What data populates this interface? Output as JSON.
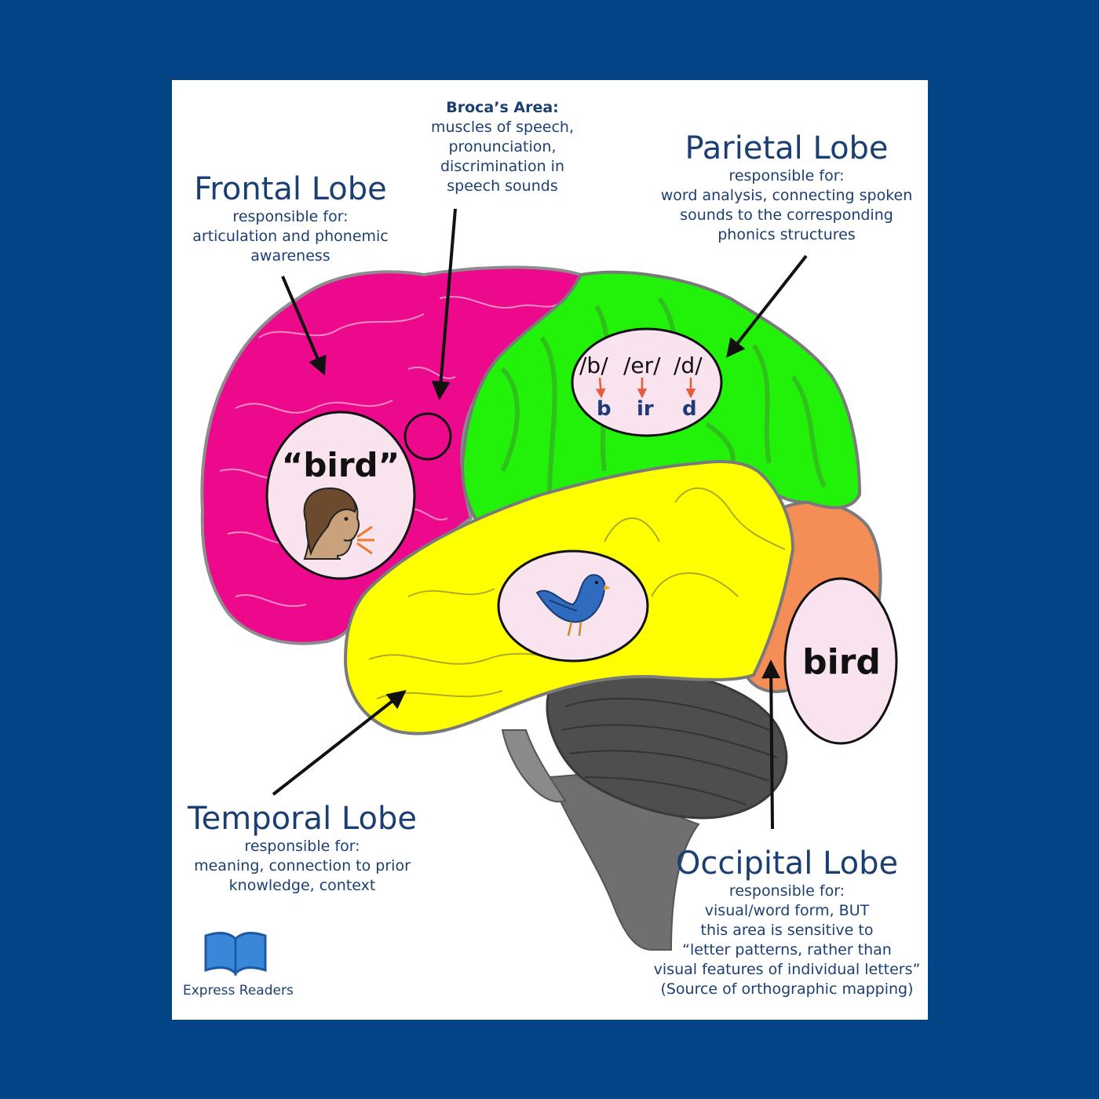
{
  "frontal": {
    "title": "Frontal Lobe",
    "subtitle": "responsible for:",
    "lines": [
      "articulation and phonemic",
      "awareness"
    ],
    "color": "#ec098c"
  },
  "broca": {
    "heading": "Broca’s Area:",
    "lines": [
      "muscles of speech,",
      "pronunciation,",
      "discrimination in",
      "speech sounds"
    ]
  },
  "parietal": {
    "title": "Parietal Lobe",
    "subtitle": "responsible for:",
    "lines": [
      "word analysis, connecting spoken",
      "sounds to the corresponding",
      "phonics structures"
    ],
    "color": "#22f20a"
  },
  "temporal": {
    "title": "Temporal Lobe",
    "subtitle": "responsible for:",
    "lines": [
      "meaning, connection to prior",
      "knowledge, context"
    ],
    "color": "#ffff00"
  },
  "occipital": {
    "title": "Occipital Lobe",
    "subtitle": "responsible for:",
    "lines": [
      "visual/word form, BUT",
      "this area is sensitive to",
      "“letter patterns, rather than",
      "visual features of individual letters”",
      "(Source of orthographic mapping)"
    ],
    "color": "#f58d56"
  },
  "bubbles": {
    "spoken_word": "“bird”",
    "printed_word": "bird",
    "phonemes": [
      "/b/",
      "/er/",
      "/d/"
    ],
    "graphemes": [
      "b",
      "ir",
      "d"
    ]
  },
  "icons": {
    "speaker": "speaking-person-icon",
    "bird": "blue-bird-icon",
    "logo": "open-book-icon"
  },
  "logo": {
    "text": "Express Readers"
  },
  "colors": {
    "background": "#034487",
    "text": "#1b3f73",
    "bubble_fill": "#f9e3ef",
    "brainstem": "#707070"
  }
}
